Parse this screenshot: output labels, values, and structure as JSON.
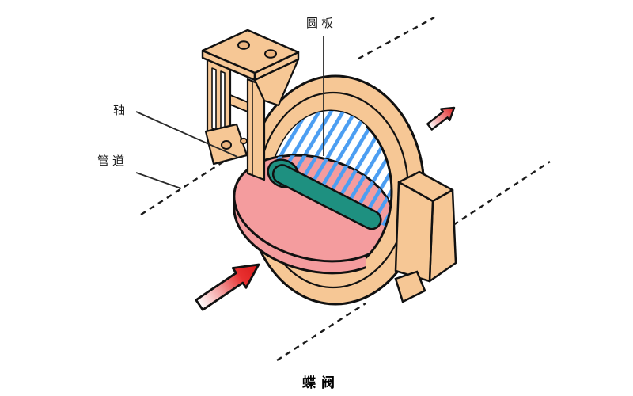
{
  "diagram": {
    "type": "technical-illustration",
    "subject": "butterfly valve cutaway",
    "caption": "蝶阀",
    "labels": {
      "disc": "圆板",
      "shaft": "轴",
      "pipe": "管道"
    },
    "colors": {
      "tan": "#F6C795",
      "pink": "#F49C9E",
      "teal": "#1E9080",
      "hatch": "#4C9EF2",
      "red": "#E02020",
      "outline": "#111111"
    },
    "arrows": {
      "inlet": "flow-in (lower-left, pointing up-right)",
      "outlet": "flow-out (upper-right, pointing up-right)"
    }
  }
}
